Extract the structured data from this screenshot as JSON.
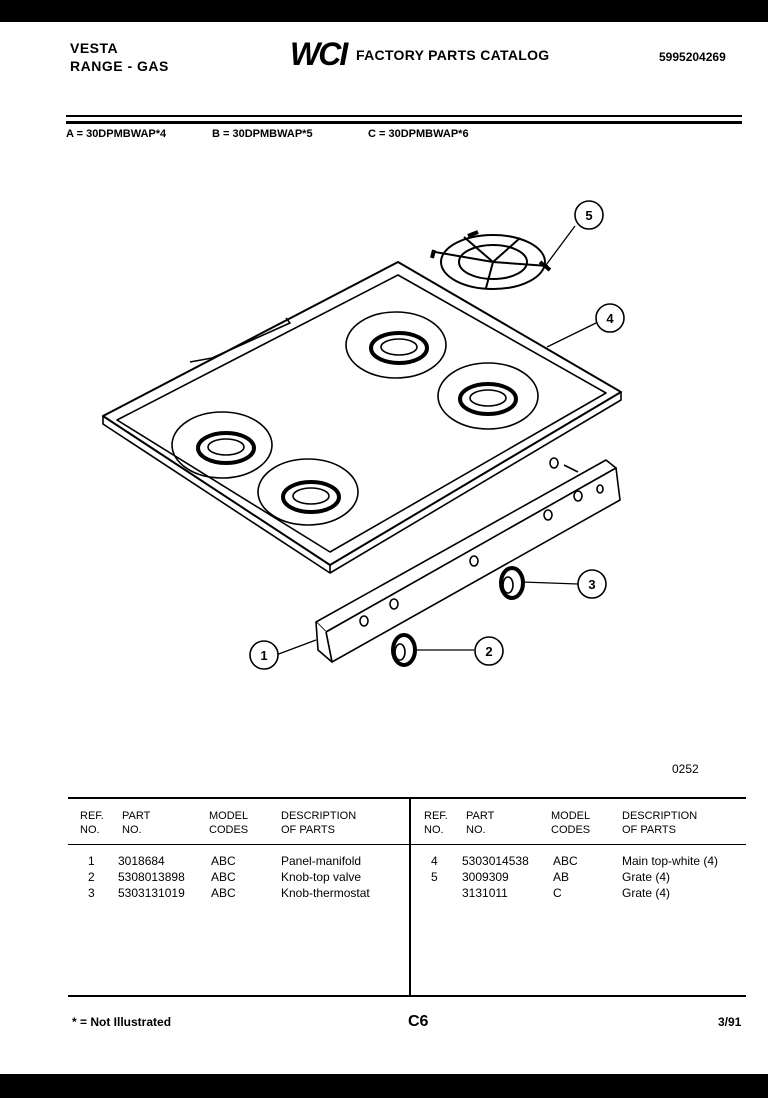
{
  "header": {
    "brand": "VESTA",
    "product": "RANGE - GAS",
    "logo": "WCI",
    "catalog_title": "FACTORY PARTS CATALOG",
    "catalog_number": "5995204269"
  },
  "models": [
    "A = 30DPMBWAP*4",
    "B = 30DPMBWAP*5",
    "C = 30DPMBWAP*6"
  ],
  "callouts": [
    "1",
    "2",
    "3",
    "4",
    "5"
  ],
  "figure_number": "0252",
  "table": {
    "headers": {
      "ref": [
        "REF.",
        "NO."
      ],
      "part": [
        "PART",
        "NO."
      ],
      "model": [
        "MODEL",
        "CODES"
      ],
      "desc": [
        "DESCRIPTION",
        "OF PARTS"
      ]
    },
    "left_rows": [
      {
        "ref": "1",
        "part": "3018684",
        "model": "ABC",
        "desc": "Panel-manifold"
      },
      {
        "ref": "2",
        "part": "5308013898",
        "model": "ABC",
        "desc": "Knob-top valve"
      },
      {
        "ref": "3",
        "part": "5303131019",
        "model": "ABC",
        "desc": "Knob-thermostat"
      }
    ],
    "right_rows": [
      {
        "ref": "4",
        "part": "5303014538",
        "model": "ABC",
        "desc": "Main top-white (4)"
      },
      {
        "ref": "5",
        "part": "3009309",
        "model": "AB",
        "desc": "Grate (4)"
      },
      {
        "ref": "",
        "part": "3131011",
        "model": "C",
        "desc": "Grate (4)"
      }
    ]
  },
  "footer": {
    "note": "* = Not Illustrated",
    "page": "C6",
    "date": "3/91"
  }
}
